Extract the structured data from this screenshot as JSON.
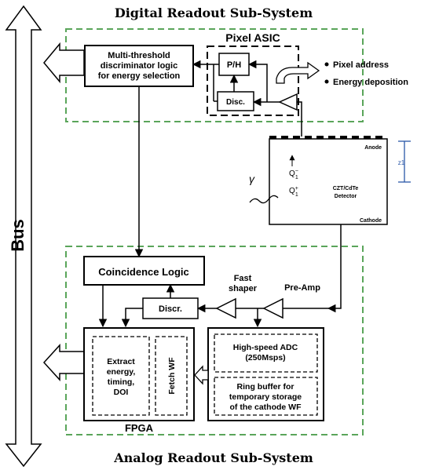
{
  "titles": {
    "top": "Digital Readout Sub-System",
    "bottom": "Analog Readout Sub-System"
  },
  "bus": {
    "label": "Bus"
  },
  "digital": {
    "asic_title": "Pixel ASIC",
    "ph": "P/H",
    "disc": "Disc.",
    "discriminator_lines": [
      "Multi-threshold",
      "discriminator logic",
      "for energy selection"
    ],
    "outputs": [
      "Pixel address",
      "Energy deposition"
    ]
  },
  "detector": {
    "anode": "Anode",
    "cathode": "Cathode",
    "name_lines": [
      "CZT/CdTe",
      "Detector"
    ],
    "z_label": "z1",
    "gamma": "γ",
    "q_minus": "Q",
    "q_minus_sup": "−",
    "q_minus_sub": "1",
    "q_plus": "Q",
    "q_plus_sup": "+",
    "q_plus_sub": "1"
  },
  "analog": {
    "coincidence": "Coincidence Logic",
    "fast_shaper_lines": [
      "Fast",
      "shaper"
    ],
    "pre_amp": "Pre-Amp",
    "discr": "Discr.",
    "extract_lines": [
      "Extract",
      "energy,",
      "timing,",
      "DOI"
    ],
    "fetch": "Fetch WF",
    "adc_lines": [
      "High-speed ADC",
      "(250Msps)"
    ],
    "ring_lines": [
      "Ring buffer for",
      "temporary storage",
      "of the cathode WF"
    ],
    "fpga": "FPGA"
  },
  "colors": {
    "green_dash": "#5aa55a",
    "z_color": "#2a57a8",
    "line": "#000000"
  }
}
